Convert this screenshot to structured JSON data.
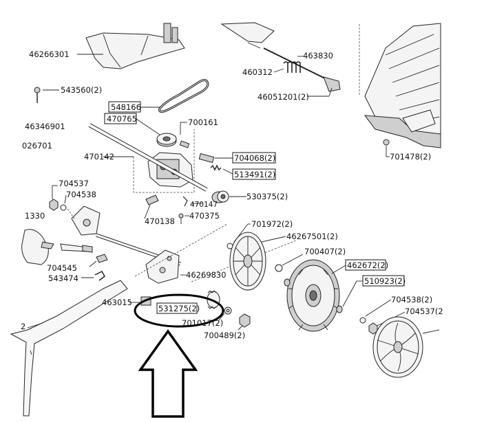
{
  "parts": {
    "p46266301": "46266301",
    "p463830": "463830",
    "p460312": "460312",
    "p46051201": "46051201(2)",
    "p543560": "543560(2)",
    "p548166": "548166",
    "p470765": "470765",
    "p700161": "700161",
    "p46346901": "46346901",
    "p026701": "026701",
    "p470142": "470142",
    "p704068": "704068(2)",
    "p513491": "513491(2)",
    "p701478": "701478(2)",
    "p704537a": "704537",
    "p704538a": "704538",
    "p530375": "530375(2)",
    "p470147": "470147",
    "p470138": "470138",
    "p470375": "470375",
    "p1330": "1330",
    "p701972": "701972(2)",
    "p46267501": "46267501(2)",
    "p700407": "700407(2)",
    "p704545": "704545",
    "p543474": "543474",
    "p46269830": "46269830",
    "p462672": "462672(2)",
    "p510923": "510923(2)",
    "p463015": "463015",
    "p531275": "531275(2)",
    "p701017": "701017(2)",
    "p700489": "700489(2)",
    "p704538b": "704538(2)",
    "p704537b": "704537(2",
    "p2": "2"
  }
}
